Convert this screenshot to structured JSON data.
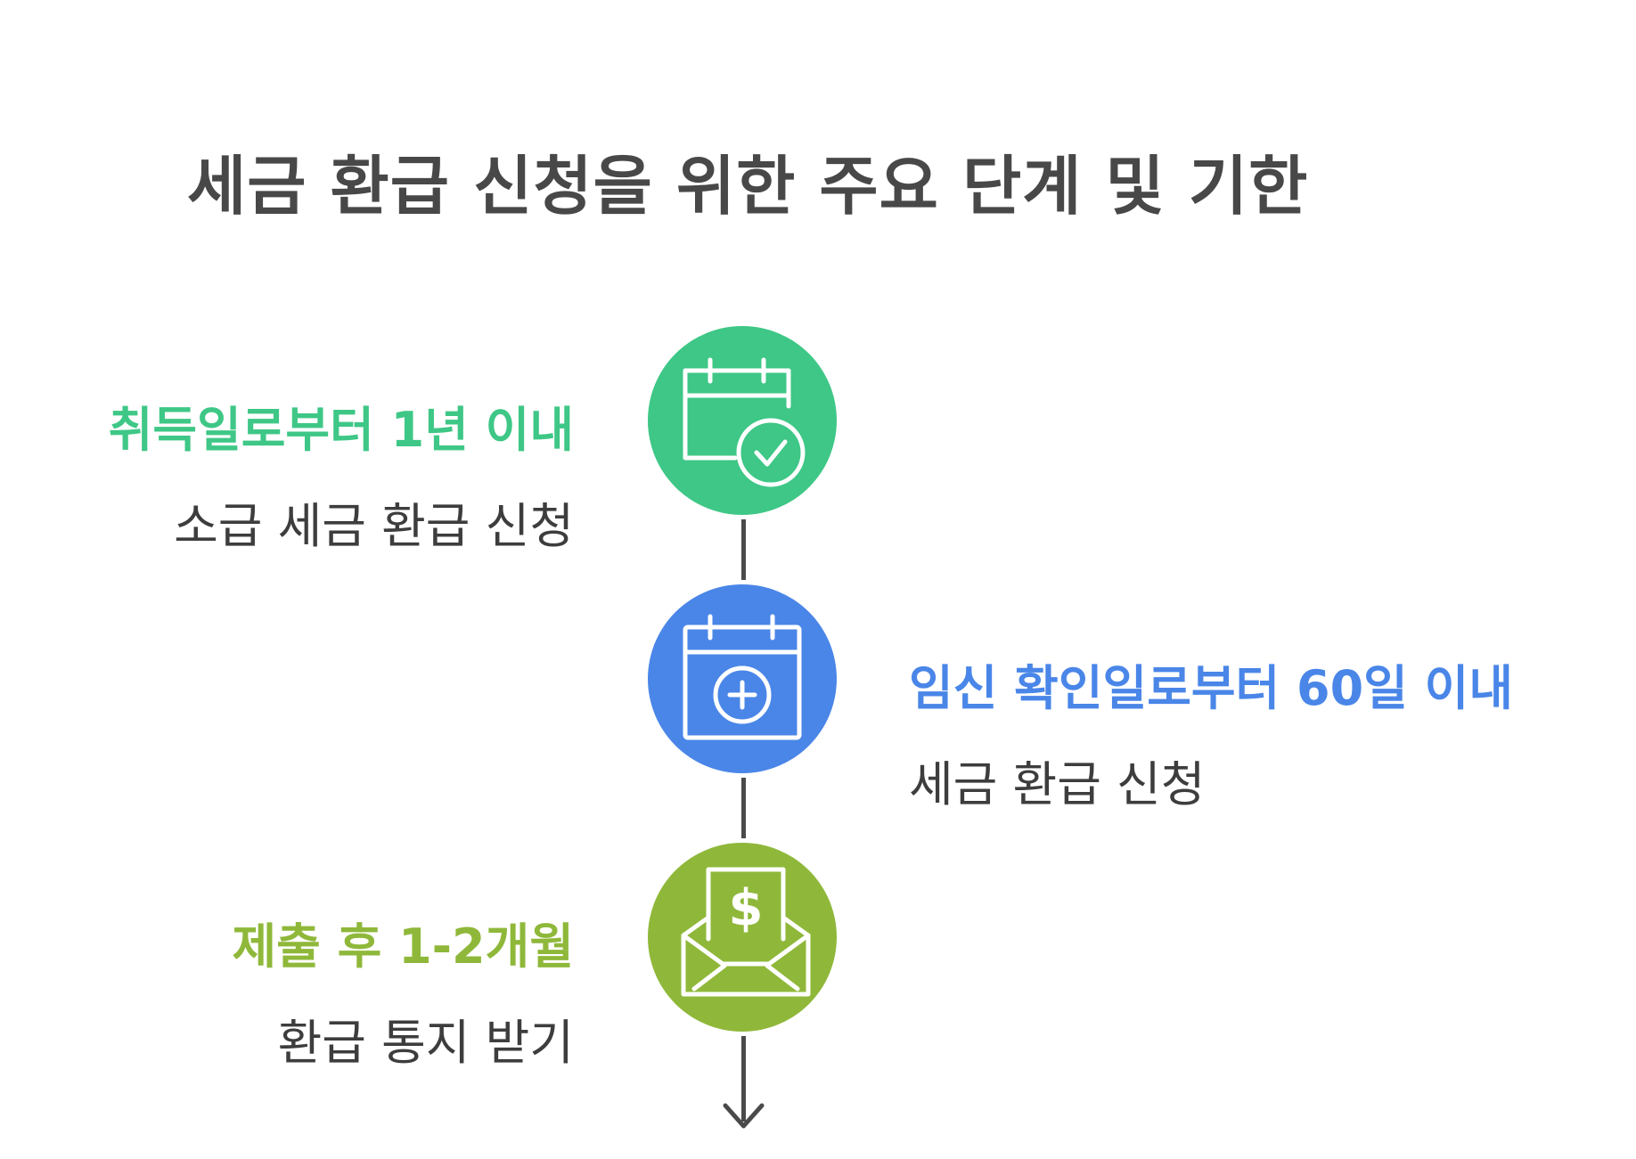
{
  "title": "세금 환급 신청을 위한 주요 단계 및 기한",
  "colors": {
    "step1": "#3ec786",
    "step2": "#4a86e8",
    "step3": "#8fb83a",
    "connector": "#4a4a4a",
    "title": "#484848"
  },
  "steps": [
    {
      "heading": "취득일로부터 1년 이내",
      "description": "소급 세금 환급 신청",
      "icon": "calendar-check-icon"
    },
    {
      "heading": "임신 확인일로부터 60일 이내",
      "description": "세금 환급 신청",
      "icon": "calendar-plus-icon"
    },
    {
      "heading": "제출 후 1-2개월",
      "description": "환급 통지 받기",
      "icon": "envelope-dollar-icon"
    }
  ]
}
